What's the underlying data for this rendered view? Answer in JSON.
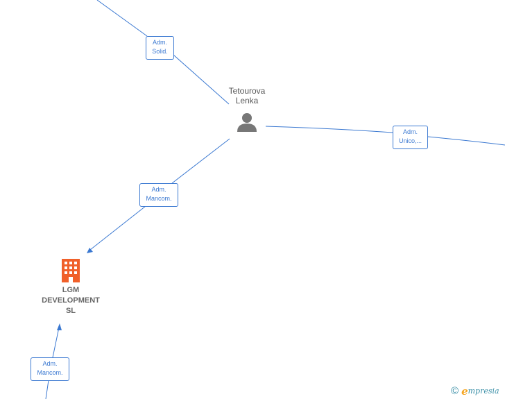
{
  "nodes": {
    "person": {
      "name_line1": "Tetourova",
      "name_line2": "Lenka",
      "icon": "person-icon",
      "color": "#777777"
    },
    "company": {
      "name_line1": "LGM",
      "name_line2": "DEVELOPMENT",
      "name_line3": "SL",
      "icon": "building-icon",
      "color": "#f0602a"
    }
  },
  "edges": {
    "adm_solid": {
      "line1": "Adm.",
      "line2": "Solid."
    },
    "adm_unico": {
      "line1": "Adm.",
      "line2": "Unico,..."
    },
    "adm_mancom_top": {
      "line1": "Adm.",
      "line2": "Mancom."
    },
    "adm_mancom_bottom": {
      "line1": "Adm.",
      "line2": "Mancom."
    }
  },
  "footer": {
    "copyright": "©",
    "brand_initial": "e",
    "brand_rest": "mpresia"
  },
  "colors": {
    "edge": "#3a78d1",
    "brand_teal": "#3a8fa7",
    "brand_orange": "#f5a623"
  }
}
